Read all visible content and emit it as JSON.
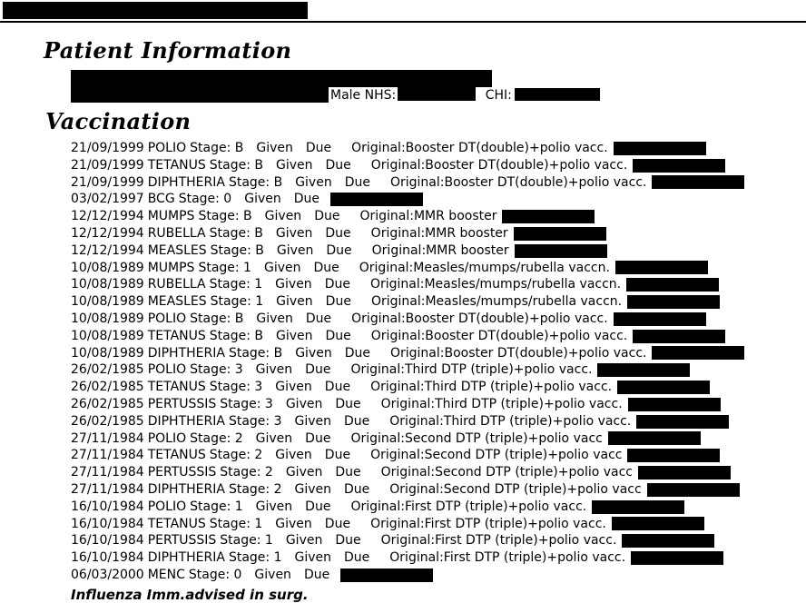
{
  "header": {
    "patient_heading": "Patient Information",
    "vaccination_heading": "Vaccination"
  },
  "patient": {
    "sex": "Male",
    "nhs_label": "NHS:",
    "chi_label": "CHI:"
  },
  "vaccinations": [
    {
      "date": "21/09/1999",
      "vaccine": "POLIO",
      "stage": "Stage:  B",
      "given": "Given",
      "due": "Due",
      "original": "Original:Booster DT(double)+polio vacc."
    },
    {
      "date": "21/09/1999",
      "vaccine": "TETANUS",
      "stage": "Stage:  B",
      "given": "Given",
      "due": "Due",
      "original": "Original:Booster DT(double)+polio vacc."
    },
    {
      "date": "21/09/1999",
      "vaccine": "DIPHTHERIA",
      "stage": "Stage:  B",
      "given": "Given",
      "due": "Due",
      "original": "Original:Booster DT(double)+polio vacc."
    },
    {
      "date": "03/02/1997",
      "vaccine": "BCG",
      "stage": "Stage:  0",
      "given": "Given",
      "due": "Due",
      "original": ""
    },
    {
      "date": "12/12/1994",
      "vaccine": "MUMPS",
      "stage": "Stage:  B",
      "given": "Given",
      "due": "Due",
      "original": "Original:MMR booster"
    },
    {
      "date": "12/12/1994",
      "vaccine": "RUBELLA",
      "stage": "Stage:  B",
      "given": "Given",
      "due": "Due",
      "original": "Original:MMR booster"
    },
    {
      "date": "12/12/1994",
      "vaccine": "MEASLES",
      "stage": "Stage:  B",
      "given": "Given",
      "due": "Due",
      "original": "Original:MMR booster"
    },
    {
      "date": "10/08/1989",
      "vaccine": "MUMPS",
      "stage": "Stage:  1",
      "given": "Given",
      "due": "Due",
      "original": "Original:Measles/mumps/rubella vaccn."
    },
    {
      "date": "10/08/1989",
      "vaccine": "RUBELLA",
      "stage": "Stage:  1",
      "given": "Given",
      "due": "Due",
      "original": "Original:Measles/mumps/rubella vaccn."
    },
    {
      "date": "10/08/1989",
      "vaccine": "MEASLES",
      "stage": "Stage:  1",
      "given": "Given",
      "due": "Due",
      "original": "Original:Measles/mumps/rubella vaccn."
    },
    {
      "date": "10/08/1989",
      "vaccine": "POLIO",
      "stage": "Stage:  B",
      "given": "Given",
      "due": "Due",
      "original": "Original:Booster DT(double)+polio vacc."
    },
    {
      "date": "10/08/1989",
      "vaccine": "TETANUS",
      "stage": "Stage:  B",
      "given": "Given",
      "due": "Due",
      "original": "Original:Booster DT(double)+polio vacc."
    },
    {
      "date": "10/08/1989",
      "vaccine": "DIPHTHERIA",
      "stage": "Stage:  B",
      "given": "Given",
      "due": "Due",
      "original": "Original:Booster DT(double)+polio vacc."
    },
    {
      "date": "26/02/1985",
      "vaccine": "POLIO",
      "stage": "Stage:  3",
      "given": "Given",
      "due": "Due",
      "original": "Original:Third DTP (triple)+polio vacc."
    },
    {
      "date": "26/02/1985",
      "vaccine": "TETANUS",
      "stage": "Stage:  3",
      "given": "Given",
      "due": "Due",
      "original": "Original:Third DTP (triple)+polio vacc."
    },
    {
      "date": "26/02/1985",
      "vaccine": "PERTUSSIS",
      "stage": "Stage:  3",
      "given": "Given",
      "due": "Due",
      "original": "Original:Third DTP (triple)+polio vacc."
    },
    {
      "date": "26/02/1985",
      "vaccine": "DIPHTHERIA",
      "stage": "Stage:  3",
      "given": "Given",
      "due": "Due",
      "original": "Original:Third DTP (triple)+polio vacc."
    },
    {
      "date": "27/11/1984",
      "vaccine": "POLIO",
      "stage": "Stage:  2",
      "given": "Given",
      "due": "Due",
      "original": "Original:Second DTP (triple)+polio vacc"
    },
    {
      "date": "27/11/1984",
      "vaccine": "TETANUS",
      "stage": "Stage:  2",
      "given": "Given",
      "due": "Due",
      "original": "Original:Second DTP (triple)+polio vacc"
    },
    {
      "date": "27/11/1984",
      "vaccine": "PERTUSSIS",
      "stage": "Stage:  2",
      "given": "Given",
      "due": "Due",
      "original": "Original:Second DTP (triple)+polio vacc"
    },
    {
      "date": "27/11/1984",
      "vaccine": "DIPHTHERIA",
      "stage": "Stage:  2",
      "given": "Given",
      "due": "Due",
      "original": "Original:Second DTP (triple)+polio vacc"
    },
    {
      "date": "16/10/1984",
      "vaccine": "POLIO",
      "stage": "Stage:  1",
      "given": "Given",
      "due": "Due",
      "original": "Original:First DTP (triple)+polio vacc."
    },
    {
      "date": "16/10/1984",
      "vaccine": "TETANUS",
      "stage": "Stage:  1",
      "given": "Given",
      "due": "Due",
      "original": "Original:First DTP (triple)+polio vacc."
    },
    {
      "date": "16/10/1984",
      "vaccine": "PERTUSSIS",
      "stage": "Stage:  1",
      "given": "Given",
      "due": "Due",
      "original": "Original:First DTP (triple)+polio vacc."
    },
    {
      "date": "16/10/1984",
      "vaccine": "DIPHTHERIA",
      "stage": "Stage:  1",
      "given": "Given",
      "due": "Due",
      "original": "Original:First DTP (triple)+polio vacc."
    },
    {
      "date": "06/03/2000",
      "vaccine": "MENC",
      "stage": "Stage:  0",
      "given": "Given",
      "due": "Due",
      "original": ""
    }
  ],
  "footer": {
    "note": "Influenza Imm.advised in surg."
  }
}
